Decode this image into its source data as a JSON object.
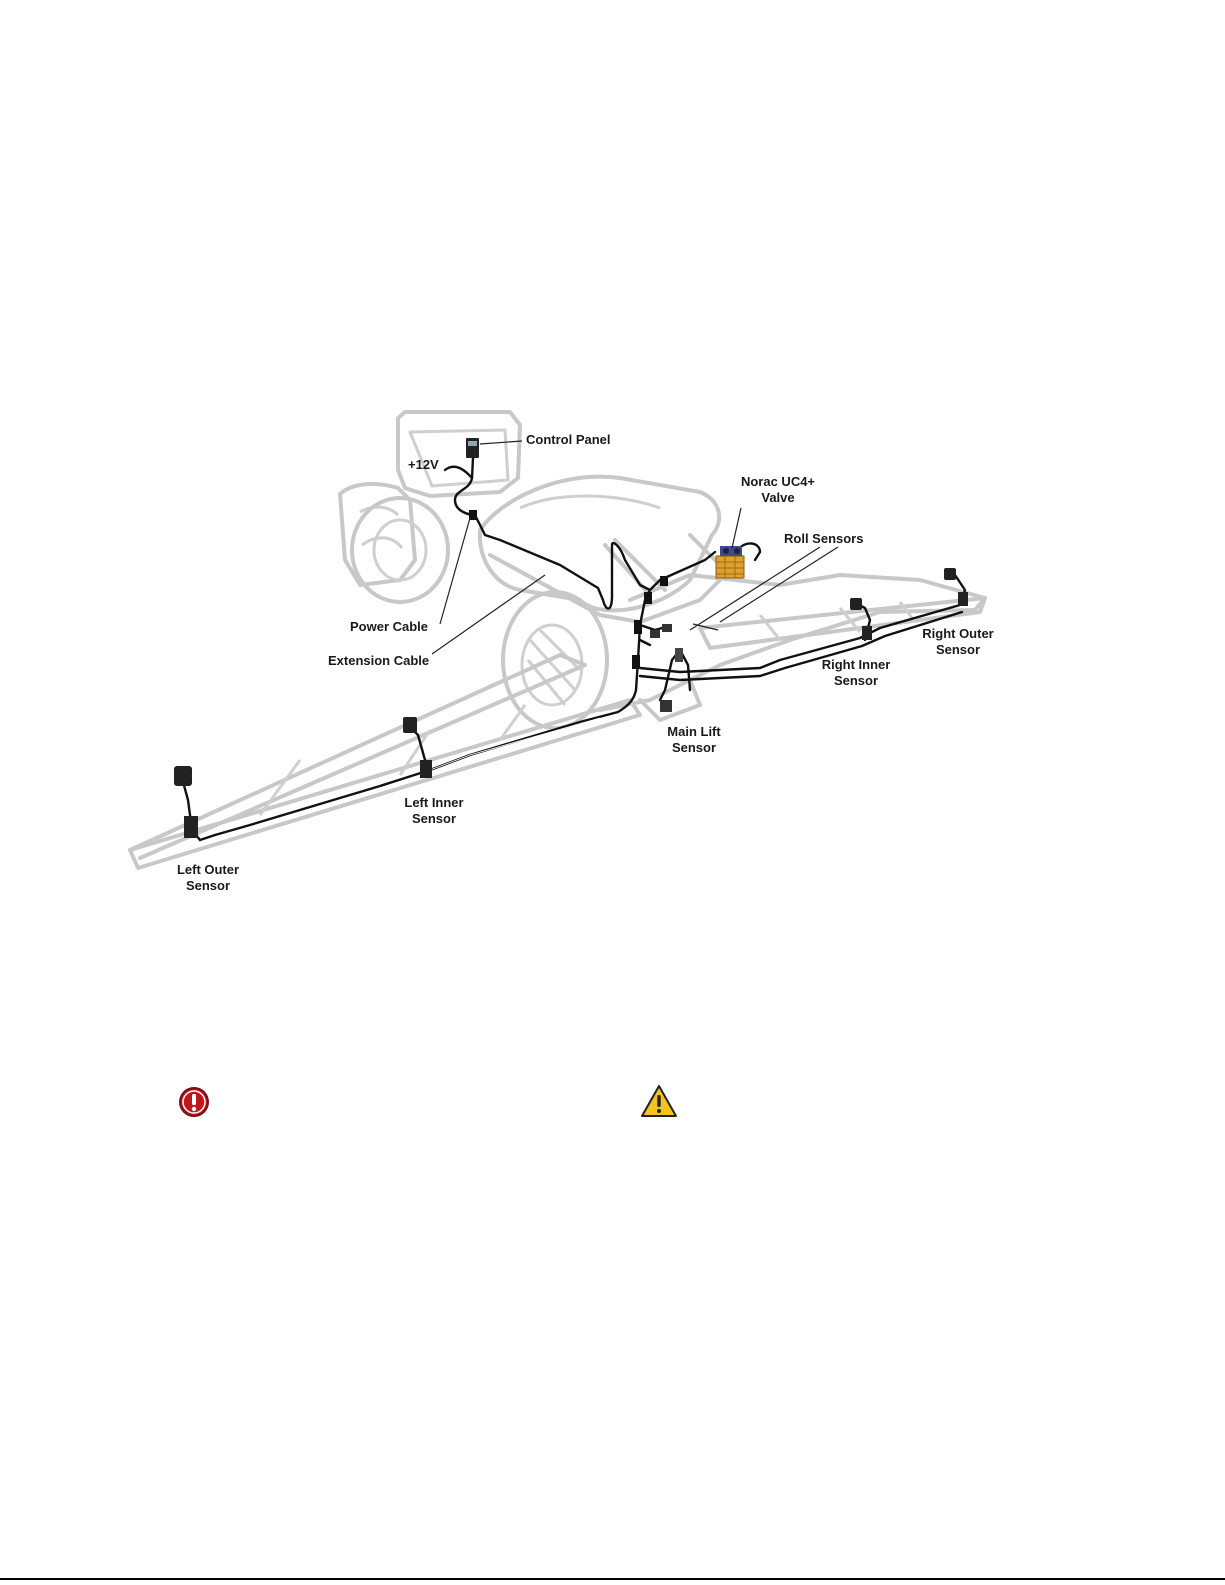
{
  "labels": {
    "control_panel": "Control Panel",
    "plus12v": "+12V",
    "norac_valve": [
      "Norac UC4+",
      "Valve"
    ],
    "roll_sensors": "Roll Sensors",
    "power_cable": "Power Cable",
    "extension_cable": "Extension Cable",
    "right_outer": [
      "Right Outer",
      "Sensor"
    ],
    "right_inner": [
      "Right Inner",
      "Sensor"
    ],
    "main_lift": [
      "Main Lift",
      "Sensor"
    ],
    "left_inner": [
      "Left Inner",
      "Sensor"
    ],
    "left_outer": [
      "Left Outer",
      "Sensor"
    ]
  },
  "icons": {
    "important": "exclamation-circle-icon",
    "warning": "warning-triangle-icon"
  },
  "colors": {
    "machine_outline": "#c8c8c8",
    "cable": "#111111",
    "valve": "#e0a030",
    "important_red": "#c0161b",
    "warning_yellow": "#f2c41c"
  }
}
